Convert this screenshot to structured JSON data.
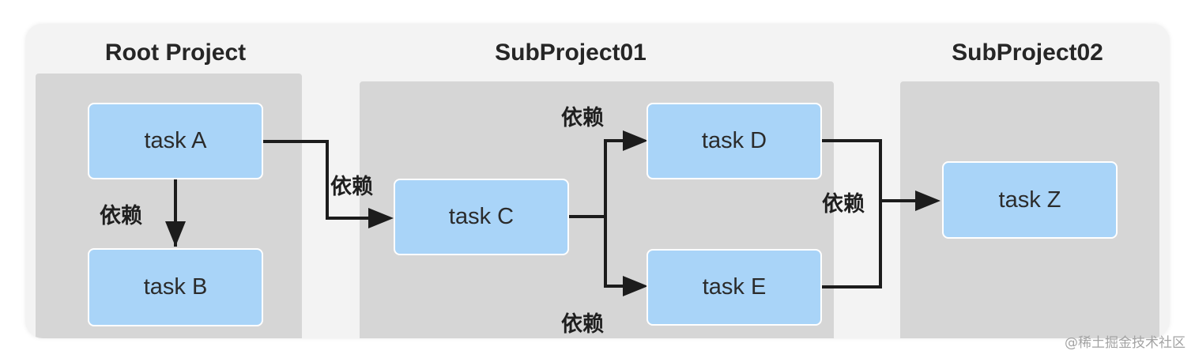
{
  "projects": [
    {
      "title": "Root Project"
    },
    {
      "title": "SubProject01"
    },
    {
      "title": "SubProject02"
    }
  ],
  "tasks": {
    "a": "task A",
    "b": "task B",
    "c": "task C",
    "d": "task D",
    "e": "task E",
    "z": "task Z"
  },
  "dependency_label": "依赖",
  "edges": [
    {
      "from": "task A",
      "to": "task B",
      "label": "依赖"
    },
    {
      "from": "task A",
      "to": "task C",
      "label": "依赖"
    },
    {
      "from": "task C",
      "to": "task D",
      "label": "依赖"
    },
    {
      "from": "task C",
      "to": "task E",
      "label": "依赖"
    },
    {
      "from": "task D",
      "to": "task Z",
      "label": "依赖"
    },
    {
      "from": "task E",
      "to": "task Z",
      "label": "依赖"
    }
  ],
  "watermark": "@稀土掘金技术社区",
  "colors": {
    "task_fill": "#a9d4f8",
    "panel_fill": "#d6d6d6",
    "card_background": "#f3f3f3",
    "connector": "#1c1c1c"
  }
}
